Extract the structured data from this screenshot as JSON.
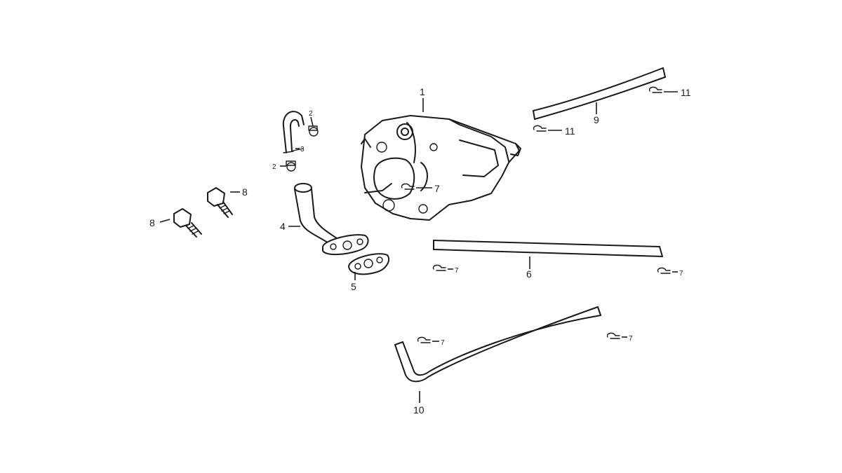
{
  "callouts": {
    "c1": "1",
    "c2a": "2",
    "c2b": "2",
    "c3": "3",
    "c4": "4",
    "c5": "5",
    "c6": "6",
    "c7a": "7",
    "c7b": "7",
    "c7c": "7",
    "c7d": "7",
    "c7e": "7",
    "c8a": "8",
    "c8b": "8",
    "c9": "9",
    "c10": "10",
    "c11a": "11",
    "c11b": "11"
  }
}
